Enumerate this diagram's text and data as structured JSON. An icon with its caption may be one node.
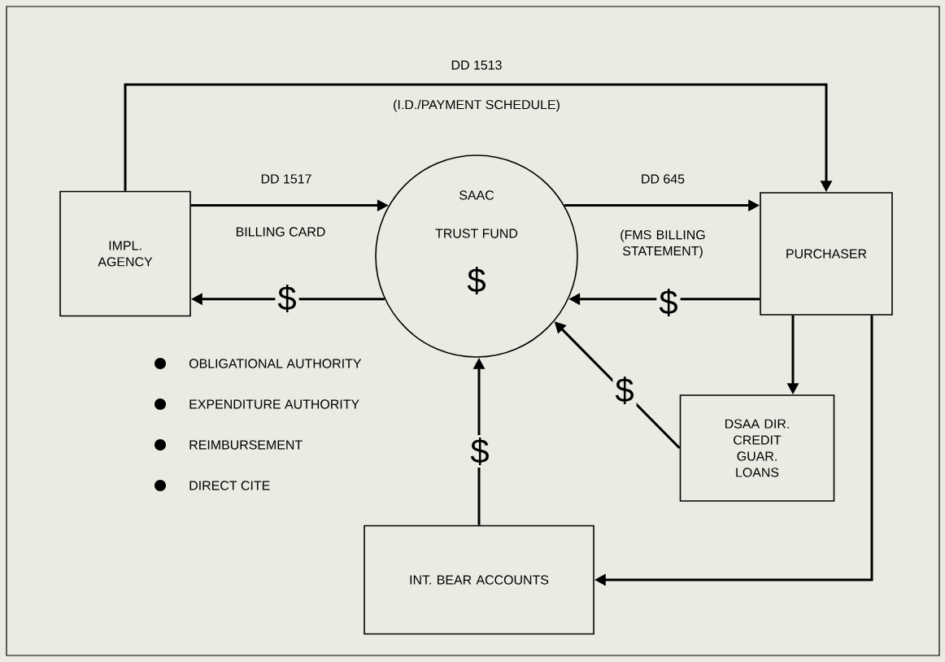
{
  "diagram": {
    "nodes": [
      {
        "text": [
          "IMPL. AGENCY"
        ]
      },
      {
        "text": [
          "SAAC",
          "TRUST FUND",
          "$"
        ]
      },
      {
        "text": [
          "PURCHASER"
        ]
      },
      {
        "text": [
          "DSAA DIR. CREDIT GUAR. LOANS"
        ]
      },
      {
        "text": [
          "INT. BEAR ACCOUNTS"
        ]
      }
    ],
    "edges": [
      {
        "from": 0,
        "to": 2,
        "arrow": "to",
        "label": "DD 1513"
      },
      {
        "from": 0,
        "to": 1,
        "arrow": "to",
        "label": "DD 1517"
      },
      {
        "from": 1,
        "to": 2,
        "arrow": "to",
        "label": "DD 645"
      },
      {
        "from": 1,
        "to": 0,
        "arrow": "to",
        "label": "$"
      },
      {
        "from": 2,
        "to": 1,
        "arrow": "to",
        "label": "$"
      },
      {
        "from": 3,
        "to": 1,
        "arrow": "to",
        "label": "$"
      },
      {
        "from": 4,
        "to": 1,
        "arrow": "to",
        "label": "$"
      },
      {
        "from": 2,
        "to": 3,
        "arrow": "to"
      },
      {
        "from": 2,
        "to": 4,
        "arrow": "to"
      }
    ],
    "labels": [
      "(I.D./PAYMENT SCHEDULE)",
      "BILLING CARD",
      "(FMS BILLING STATEMENT)",
      "OBLIGATIONAL AUTHORITY",
      "EXPENDITURE AUTHORITY",
      "REIMBURSEMENT",
      "DIRECT CITE"
    ]
  }
}
